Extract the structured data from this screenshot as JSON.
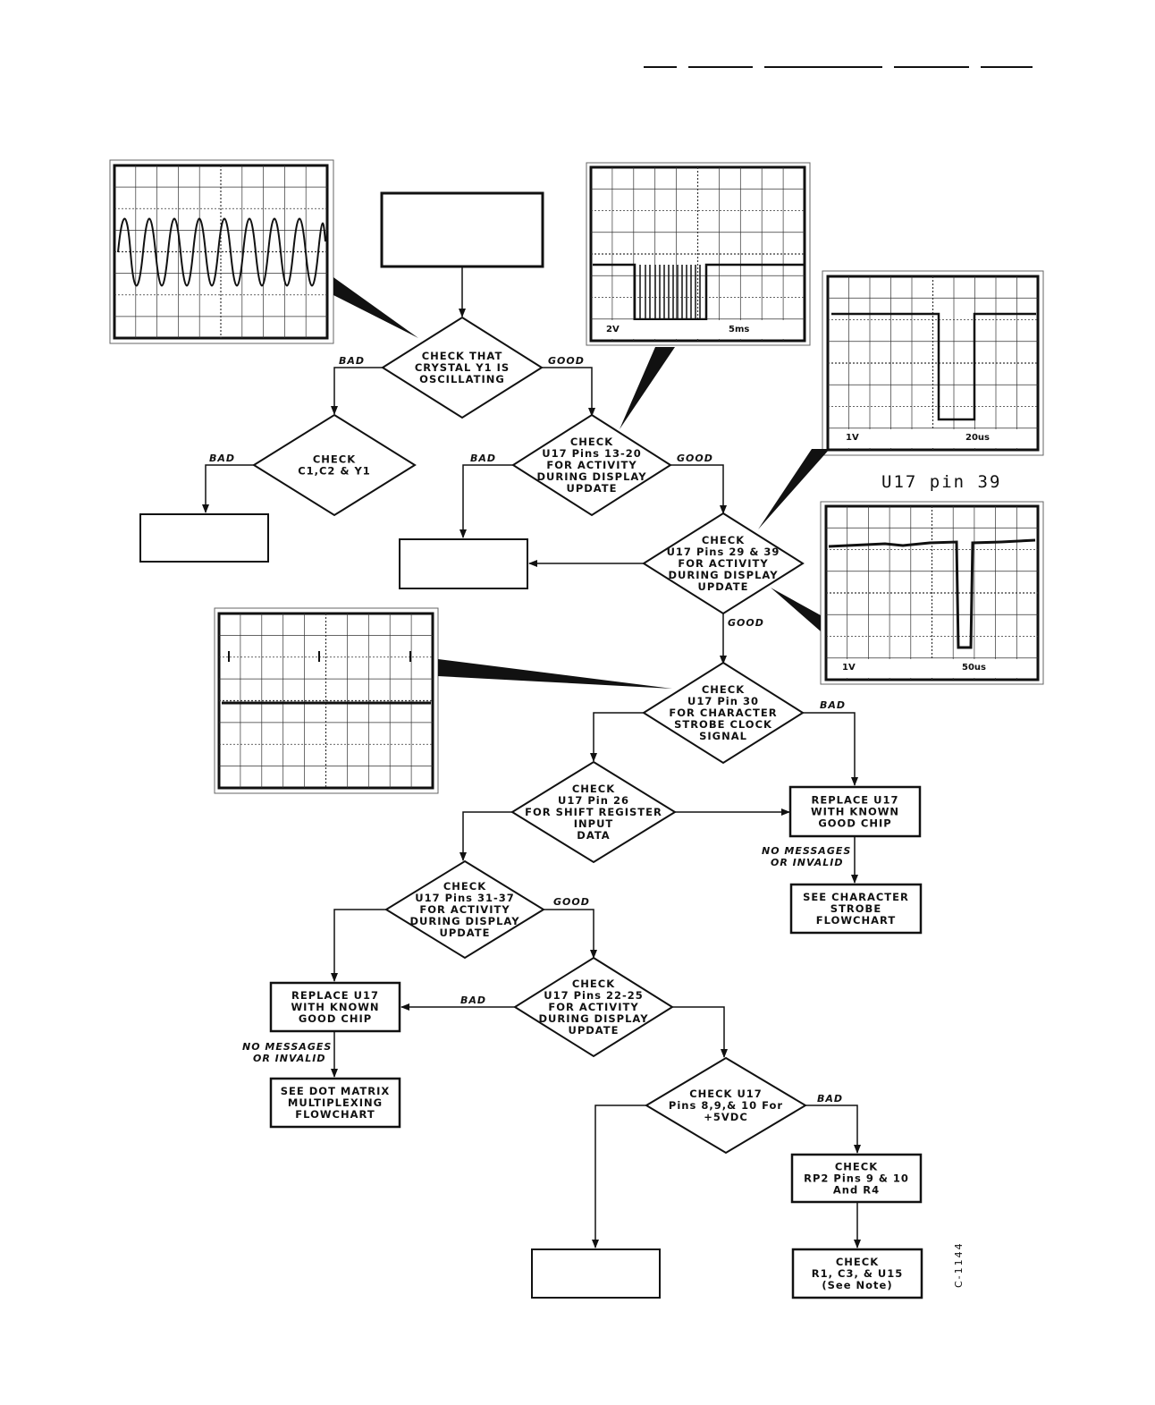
{
  "diagram": {
    "caption_u17_pin39": "U17 pin 39",
    "figure_id": "C-1144",
    "nodes": {
      "d_crystal": [
        "CHECK THAT",
        "CRYSTAL Y1 IS",
        "OSCILLATING"
      ],
      "d_c1c2": [
        "CHECK",
        "C1,C2 & Y1"
      ],
      "d_pins13": [
        "CHECK",
        "U17 Pins 13-20",
        "FOR ACTIVITY",
        "DURING DISPLAY",
        "UPDATE"
      ],
      "d_pins29": [
        "CHECK",
        "U17 Pins 29 & 39",
        "FOR ACTIVITY",
        "DURING DISPLAY",
        "UPDATE"
      ],
      "d_pin30": [
        "CHECK",
        "U17 Pin 30",
        "FOR CHARACTER",
        "STROBE CLOCK",
        "SIGNAL"
      ],
      "d_pin26": [
        "CHECK",
        "U17 Pin 26",
        "FOR SHIFT REGISTER",
        "INPUT",
        "DATA"
      ],
      "d_pins31": [
        "CHECK",
        "U17 Pins 31-37",
        "FOR ACTIVITY",
        "DURING DISPLAY",
        "UPDATE"
      ],
      "d_pins22": [
        "CHECK",
        "U17 Pins 22-25",
        "FOR ACTIVITY",
        "DURING DISPLAY",
        "UPDATE"
      ],
      "d_pins8": [
        "CHECK U17",
        "Pins 8,9,& 10 For",
        "+5VDC"
      ],
      "b_replace1": [
        "REPLACE U17",
        "WITH KNOWN",
        "GOOD CHIP"
      ],
      "b_seechar": [
        "SEE CHARACTER",
        "STROBE",
        "FLOWCHART"
      ],
      "b_replace2": [
        "REPLACE U17",
        "WITH KNOWN",
        "GOOD CHIP"
      ],
      "b_seedot": [
        "SEE DOT MATRIX",
        "MULTIPLEXING",
        "FLOWCHART"
      ],
      "b_rp2": [
        "CHECK",
        "RP2 Pins 9 & 10",
        "And R4"
      ],
      "b_r1c3": [
        "CHECK",
        "R1, C3, & U15",
        "(See Note)"
      ]
    },
    "edge_labels": {
      "bad": "BAD",
      "good": "GOOD",
      "no_messages_1": "NO MESSAGES",
      "no_messages_2": "OR INVALID"
    },
    "scope_labels": {
      "s2_volts": "2V",
      "s2_time": "5ms",
      "s3_volts": "1V",
      "s3_time": "20us",
      "s4_volts": "1V",
      "s4_time": "50us"
    }
  }
}
